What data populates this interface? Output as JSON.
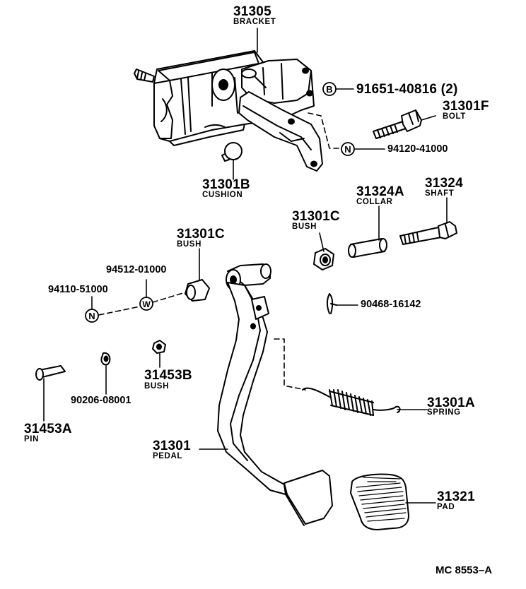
{
  "parts": [
    {
      "id": "31305",
      "name": "BRACKET"
    },
    {
      "id": "91651-40816 (2)",
      "symbol": "B"
    },
    {
      "id": "31301F",
      "name": "BOLT"
    },
    {
      "id": "94120-41000",
      "symbol": "N"
    },
    {
      "id": "31301B",
      "name": "CUSHION"
    },
    {
      "id": "31324A",
      "name": "COLLAR"
    },
    {
      "id": "31324",
      "name": "SHAFT"
    },
    {
      "id": "31301C",
      "name": "BUSH"
    },
    {
      "id": "31301C",
      "name": "BUSH"
    },
    {
      "id": "94512-01000",
      "symbol": "W"
    },
    {
      "id": "94110-51000",
      "symbol": "N"
    },
    {
      "id": "90468-16142"
    },
    {
      "id": "31453B",
      "name": "BUSH"
    },
    {
      "id": "90206-08001"
    },
    {
      "id": "31301A",
      "name": "SPRING"
    },
    {
      "id": "31453A",
      "name": "PIN"
    },
    {
      "id": "31301",
      "name": "PEDAL"
    },
    {
      "id": "31321",
      "name": "PAD"
    }
  ],
  "footer_code": "MC 8553–A"
}
